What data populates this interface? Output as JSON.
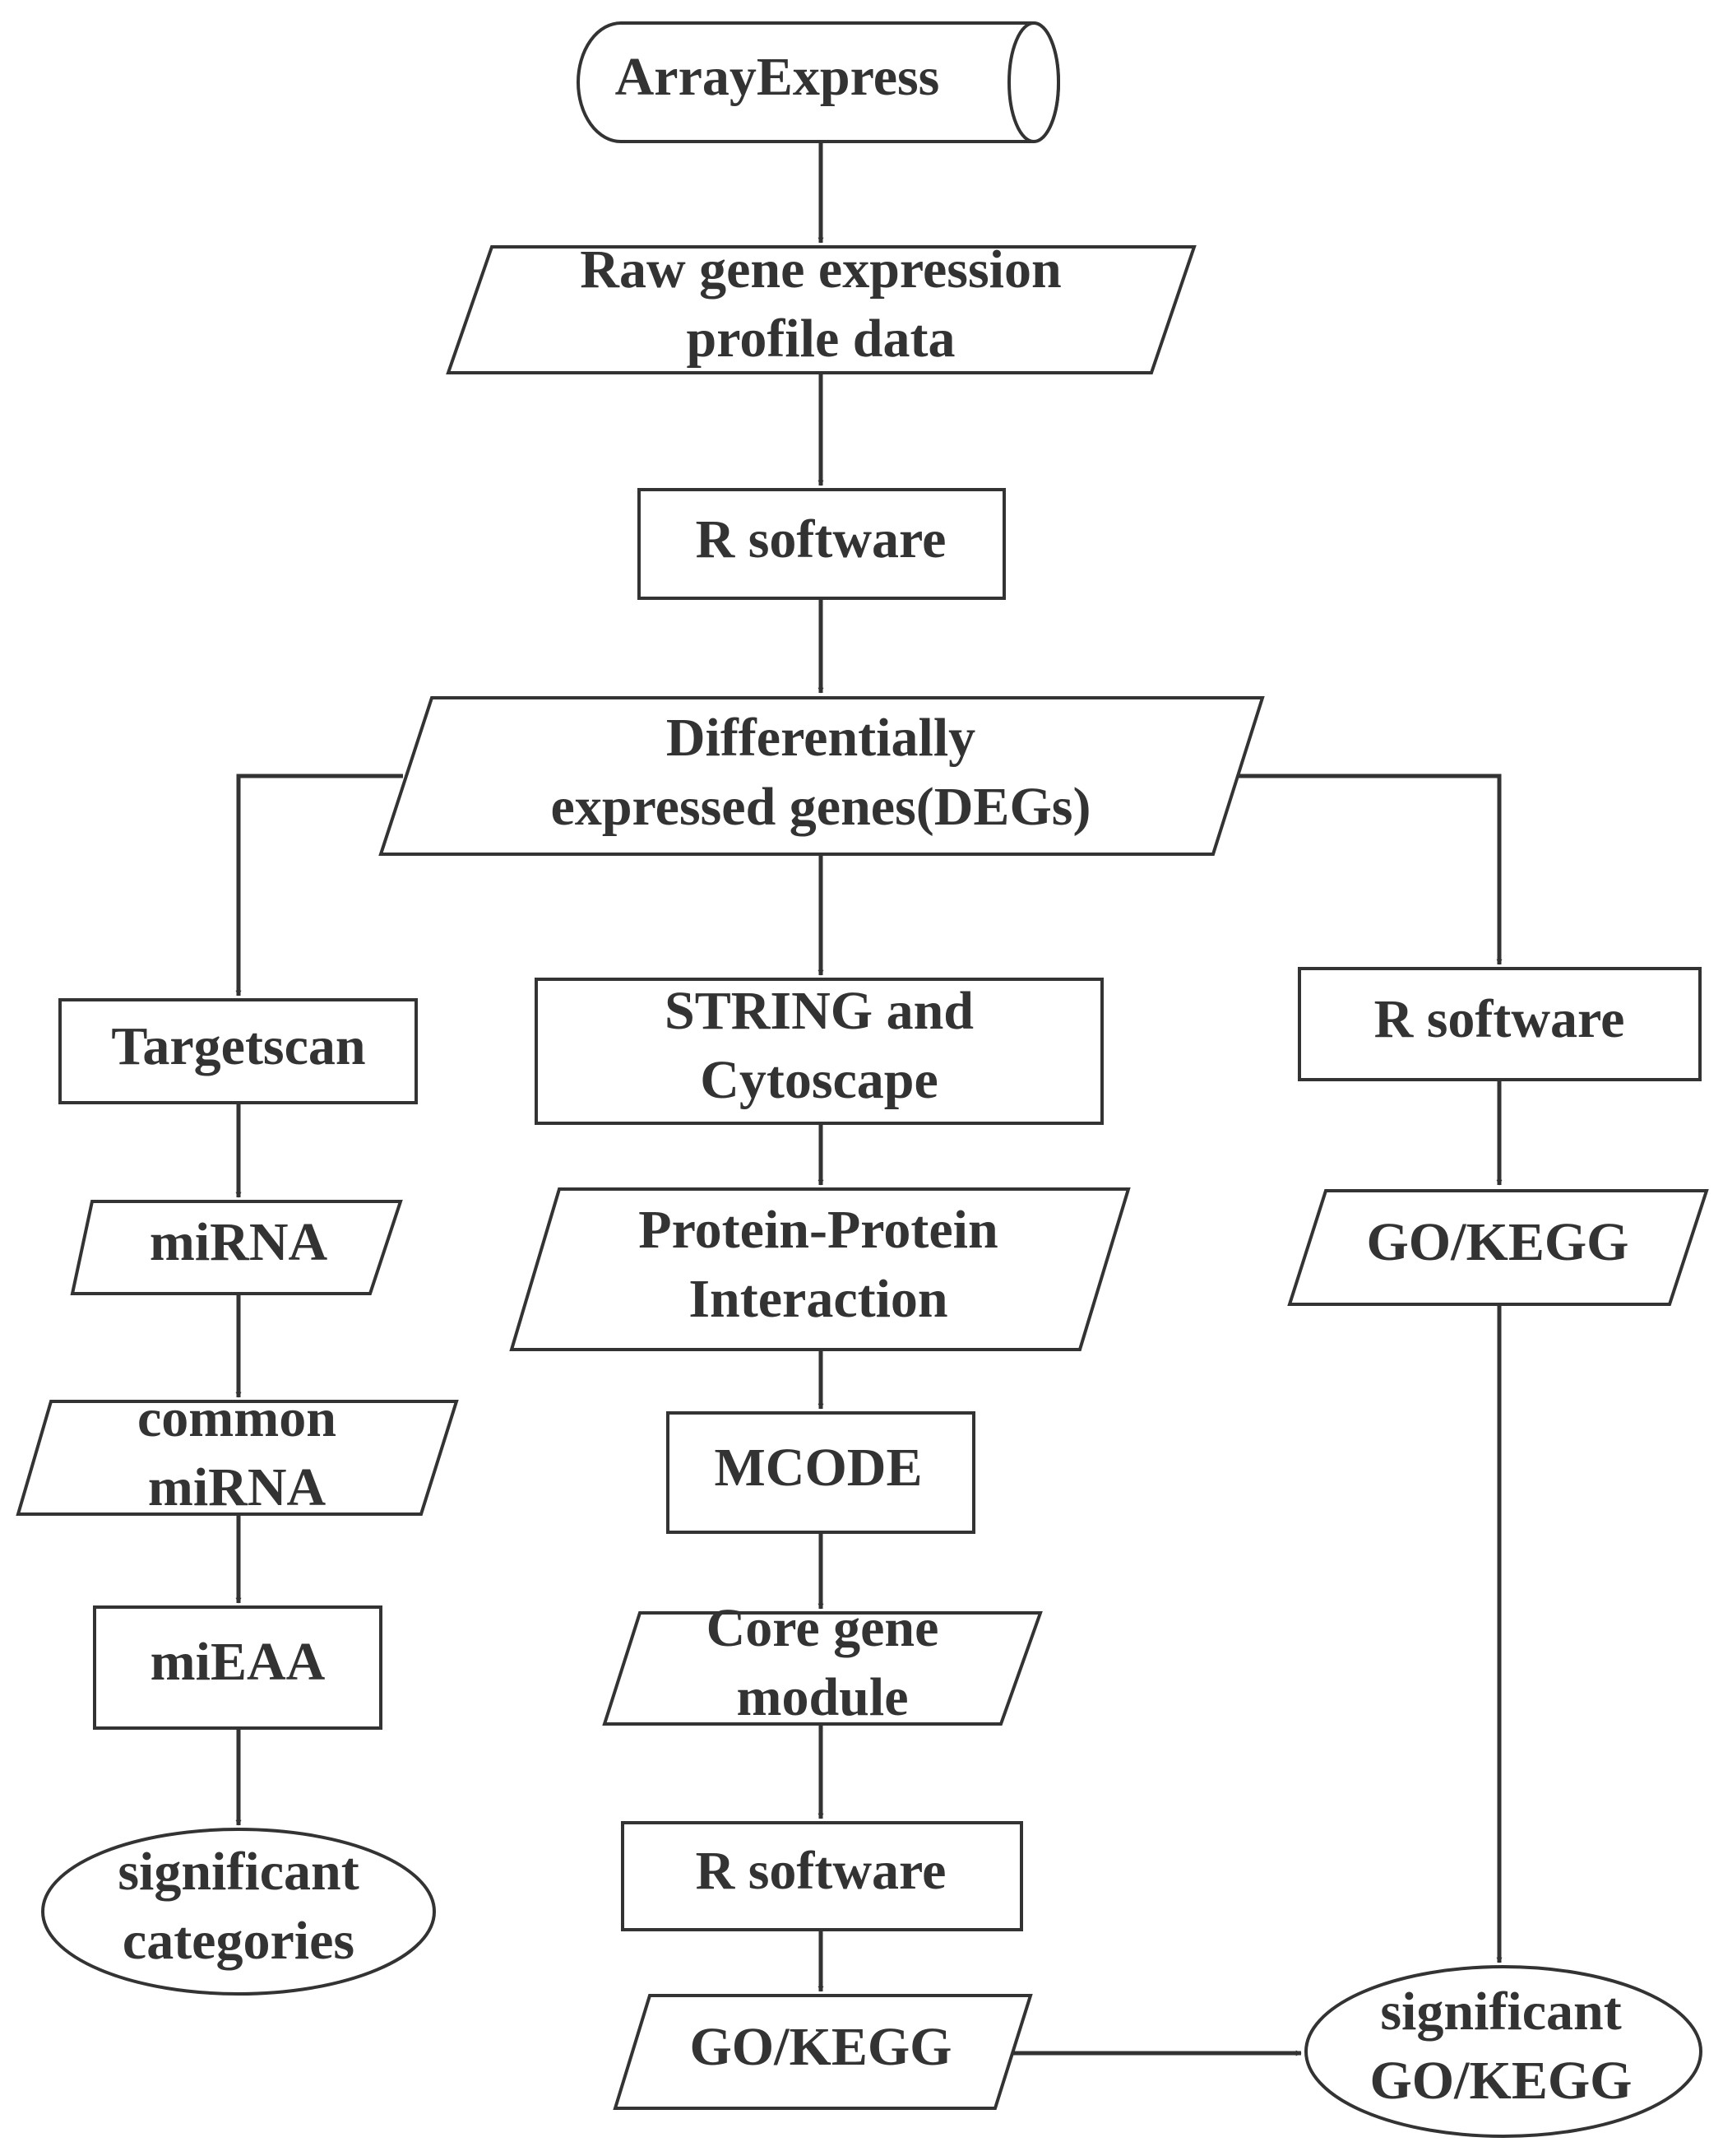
{
  "nodes": {
    "arrayexpress": {
      "lines": [
        "ArrayExpress"
      ]
    },
    "raw": {
      "lines": [
        "Raw gene expression",
        "profile data"
      ]
    },
    "rsoft1": {
      "lines": [
        "R software"
      ]
    },
    "degs": {
      "lines": [
        "Differentially",
        "expressed genes(DEGs)"
      ]
    },
    "targetscan": {
      "lines": [
        "Targetscan"
      ]
    },
    "string": {
      "lines": [
        "STRING and",
        "Cytoscape"
      ]
    },
    "rsoft_right": {
      "lines": [
        "R software"
      ]
    },
    "mirna": {
      "lines": [
        "miRNA"
      ]
    },
    "ppi": {
      "lines": [
        "Protein-Protein",
        "Interaction"
      ]
    },
    "gokegg_right": {
      "lines": [
        "GO/KEGG"
      ]
    },
    "common_mirna": {
      "lines": [
        "common",
        "miRNA"
      ]
    },
    "mcode": {
      "lines": [
        "MCODE"
      ]
    },
    "mieaa": {
      "lines": [
        "miEAA"
      ]
    },
    "core": {
      "lines": [
        "Core gene",
        "module"
      ]
    },
    "sigcat": {
      "lines": [
        "significant",
        "categories"
      ]
    },
    "rsoft_mid": {
      "lines": [
        "R software"
      ]
    },
    "gokegg_mid": {
      "lines": [
        "GO/KEGG"
      ]
    },
    "sig_gokegg": {
      "lines": [
        "significant",
        "GO/KEGG"
      ]
    }
  }
}
